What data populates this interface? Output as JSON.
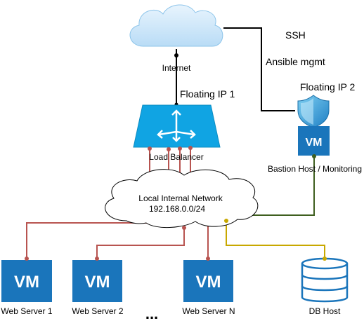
{
  "labels": {
    "internet": "Internet",
    "floating_ip_1": "Floating IP 1",
    "floating_ip_2": "Floating IP 2",
    "ssh": "SSH",
    "ansible_mgmt": "Ansible mgmt",
    "load_balancer": "Load Balancer",
    "bastion": "Bastion Host / Monitoring",
    "network_name": "Local Internal Network",
    "network_cidr": "192.168.0.0/24",
    "web_server_1": "Web Server 1",
    "web_server_2": "Web Server 2",
    "web_server_n": "Web Server N",
    "db_host": "DB Host",
    "ellipsis": "..."
  },
  "vm_badges": {
    "bastion": "VM",
    "web_server_1": "VM",
    "web_server_2": "VM",
    "web_server_n": "VM"
  },
  "icons": {
    "internet": "cloud-icon",
    "load_balancer": "load-balancer-icon",
    "firewall": "shield-icon",
    "network": "network-cloud-icon",
    "database": "database-icon"
  },
  "colors": {
    "vm_blue": "#1a75bb",
    "lb_blue": "#10a4e3",
    "link_red": "#b85450",
    "link_olive": "#3f5f1f",
    "link_gold": "#c8a800",
    "link_black": "#000000",
    "cloud_blue": "#cfe8fb"
  }
}
